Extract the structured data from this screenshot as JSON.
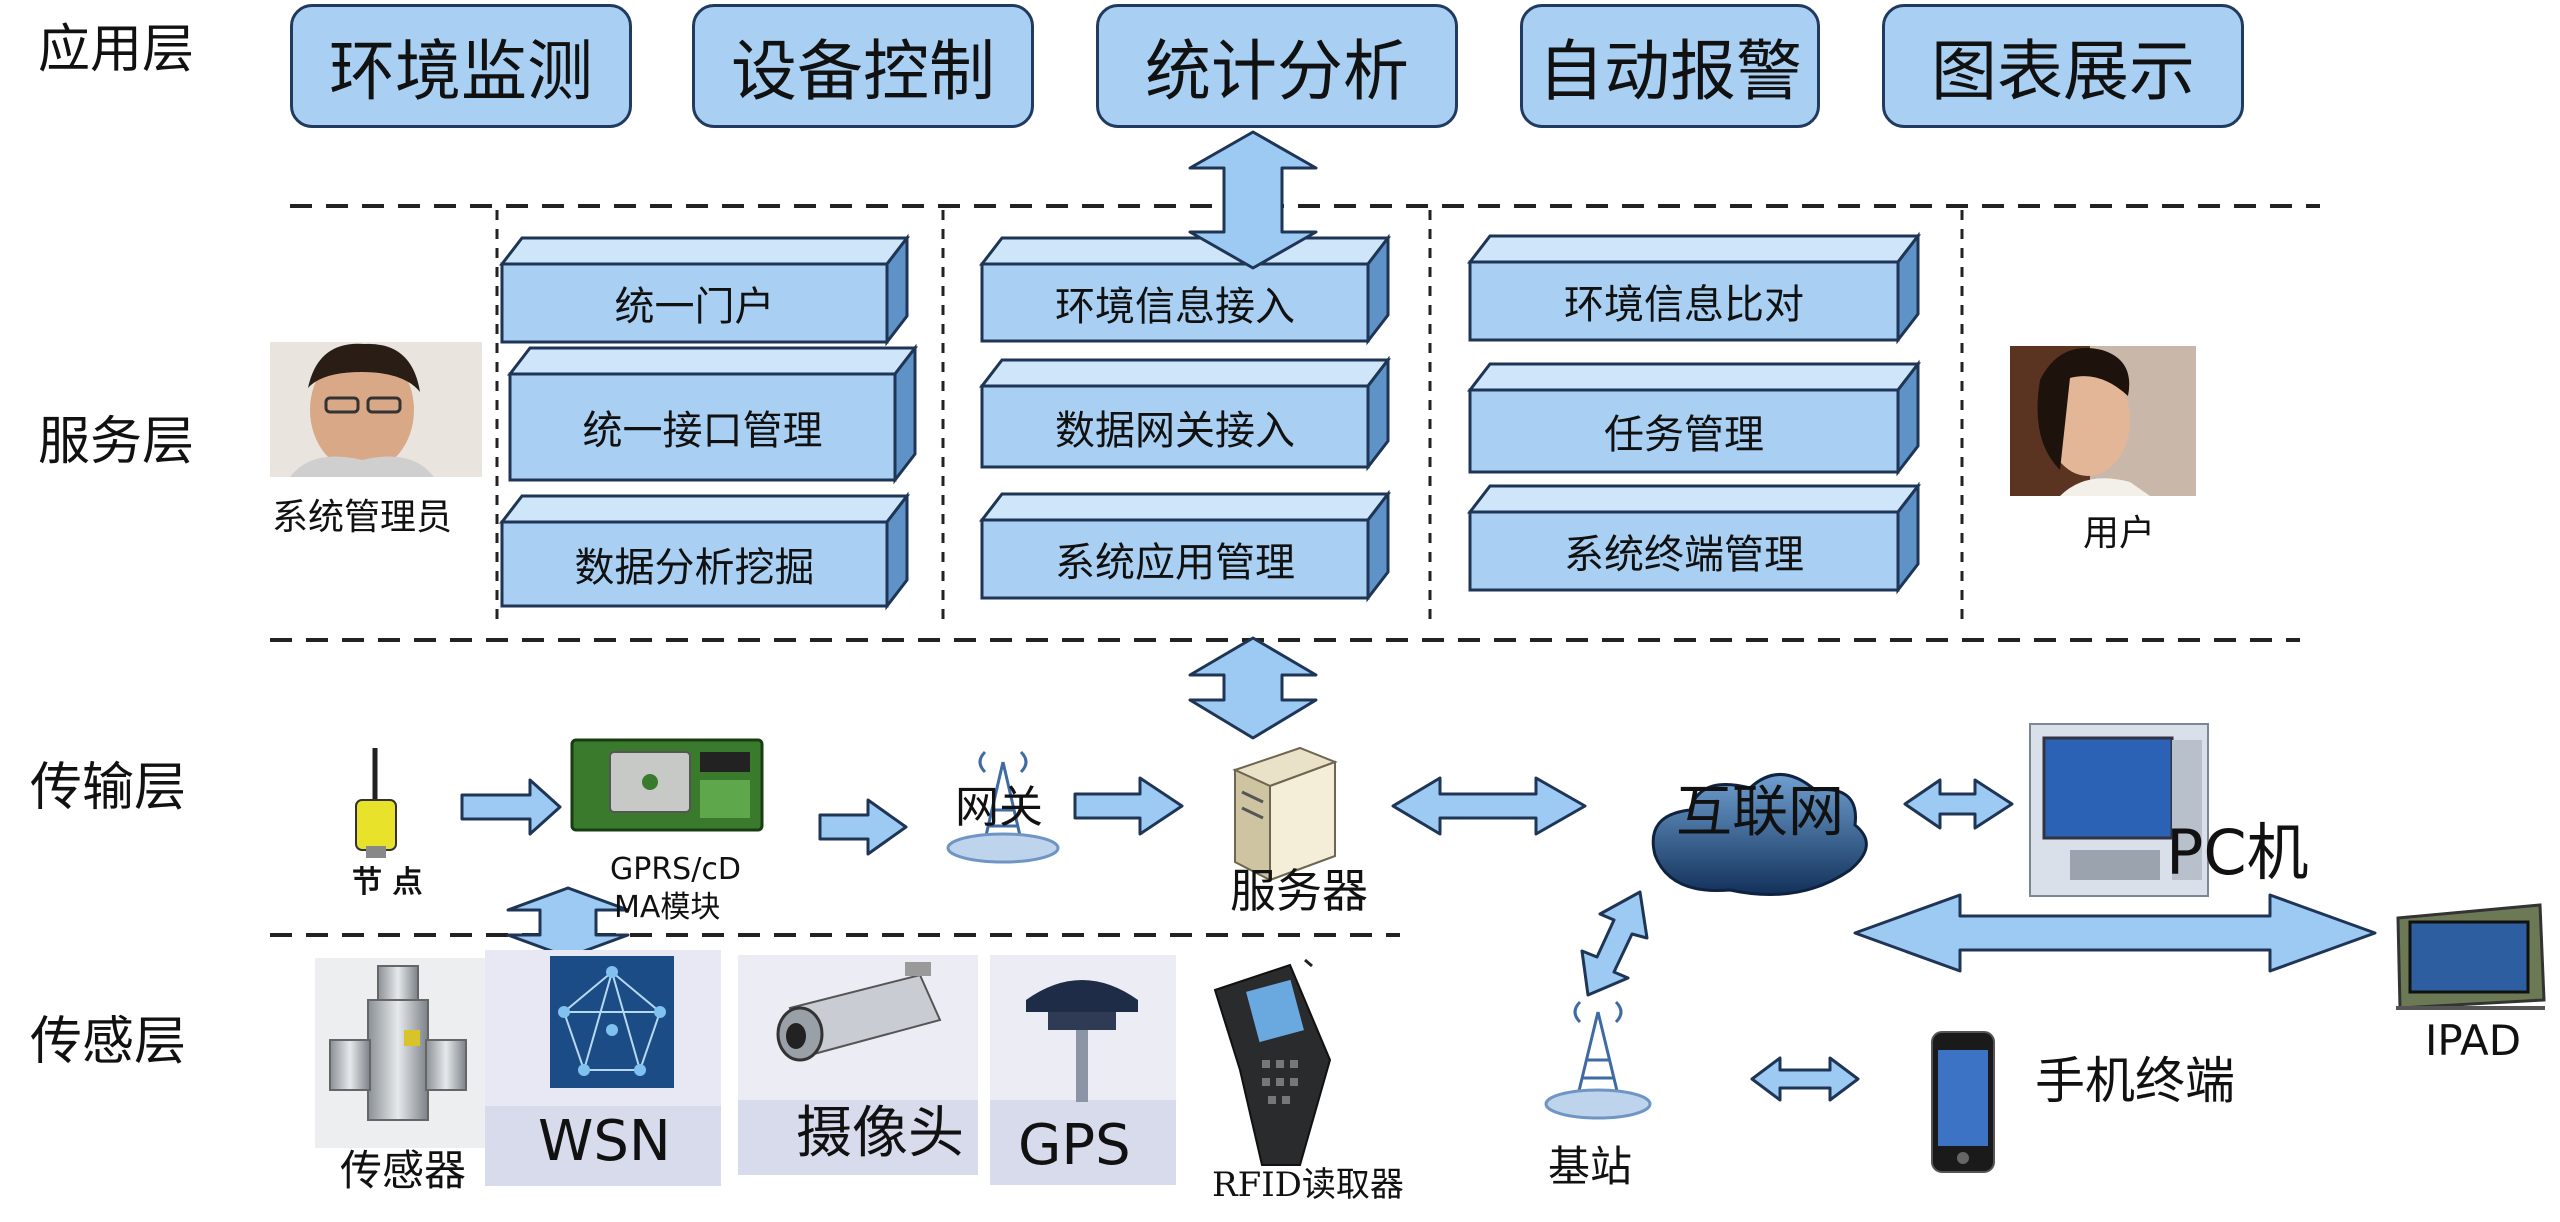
{
  "layers": {
    "app": "应用层",
    "service": "服务层",
    "transport": "传输层",
    "sensing": "传感层"
  },
  "app_boxes": [
    "环境监测",
    "设备控制",
    "统计分析",
    "自动报警",
    "图表展示"
  ],
  "service_boxes": {
    "col1": [
      "统一门户",
      "统一接口管理",
      "数据分析挖掘"
    ],
    "col2": [
      "环境信息接入",
      "数据网关接入",
      "系统应用管理"
    ],
    "col3": [
      "环境信息比对",
      "任务管理",
      "系统终端管理"
    ]
  },
  "people": {
    "admin": "系统管理员",
    "user": "用户"
  },
  "transport": {
    "node": "节  点",
    "gprs_line1": "GPRS/cD",
    "gprs_line2": "MA模块",
    "gateway": "网关",
    "server": "服务器",
    "internet": "互联网",
    "pc": "PC机",
    "ipad": "IPAD"
  },
  "sensing": {
    "sensor": "传感器",
    "wsn": "WSN",
    "camera": "摄像头",
    "gps": "GPS",
    "rfid": "RFID读取器",
    "base_station": "基站",
    "mobile": "手机终端"
  },
  "colors": {
    "box_fill": "#a9d0f3",
    "box_top": "#cfe5f9",
    "box_side": "#5f93c8",
    "arrow_fill": "#9ccaf2",
    "stroke": "#1e3555",
    "cloud": "#1f4a80"
  }
}
